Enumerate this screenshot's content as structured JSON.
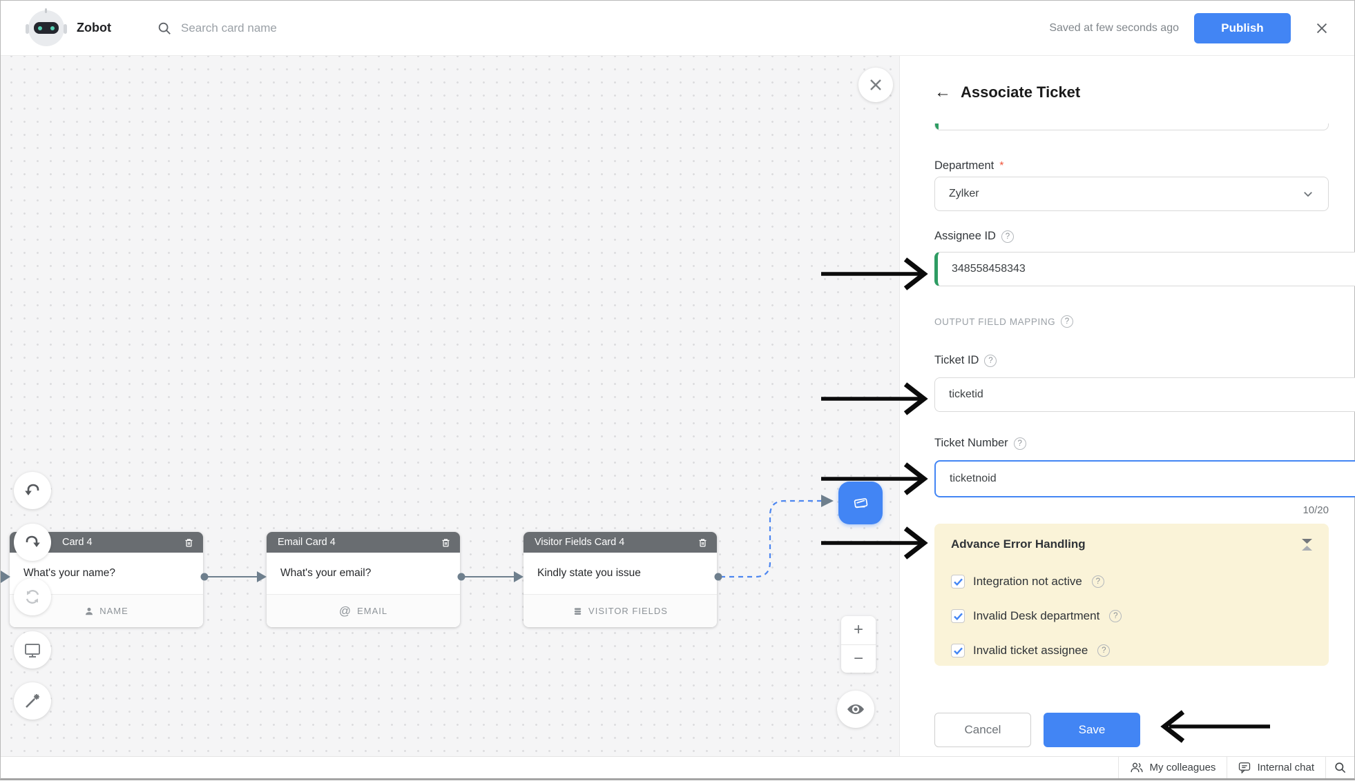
{
  "header": {
    "app_title": "Zobot",
    "search_placeholder": "Search card name",
    "saved_status": "Saved at few seconds ago",
    "publish_label": "Publish"
  },
  "canvas": {
    "cards": [
      {
        "title": "Card 4",
        "question": "What's your name?",
        "field_label": "NAME",
        "icon": "person-icon"
      },
      {
        "title": "Email Card 4",
        "question": "What's your email?",
        "field_label": "EMAIL",
        "icon": "at-icon"
      },
      {
        "title": "Visitor Fields Card 4",
        "question": "Kindly state you issue",
        "field_label": "VISITOR FIELDS",
        "icon": "database-icon"
      }
    ],
    "at_symbol": "@",
    "zoom_in_label": "+",
    "zoom_out_label": "−"
  },
  "panel": {
    "back_arrow": "←",
    "title": "Associate Ticket",
    "help_glyph": "?",
    "required_asterisk": "*",
    "department": {
      "label": "Department",
      "value": "Zylker"
    },
    "assignee_id": {
      "label": "Assignee ID",
      "value": "348558458343"
    },
    "section_title": "OUTPUT FIELD MAPPING",
    "ticket_id": {
      "label": "Ticket ID",
      "value": "ticketid"
    },
    "ticket_number": {
      "label": "Ticket Number",
      "value": "ticketnoid",
      "counter": "10/20"
    },
    "error_handling": {
      "title": "Advance Error Handling",
      "options": [
        {
          "label": "Integration not active",
          "checked": true
        },
        {
          "label": "Invalid Desk department",
          "checked": true
        },
        {
          "label": "Invalid ticket assignee",
          "checked": true
        }
      ]
    },
    "cancel_label": "Cancel",
    "save_label": "Save"
  },
  "statusbar": {
    "my_colleagues_label": "My colleagues",
    "internal_chat_label": "Internal chat"
  },
  "colors": {
    "accent_blue": "#4285f4",
    "accent_green": "#2e9c63",
    "warning_panel_bg": "#faf3d8",
    "card_header_gray": "#696d71"
  }
}
